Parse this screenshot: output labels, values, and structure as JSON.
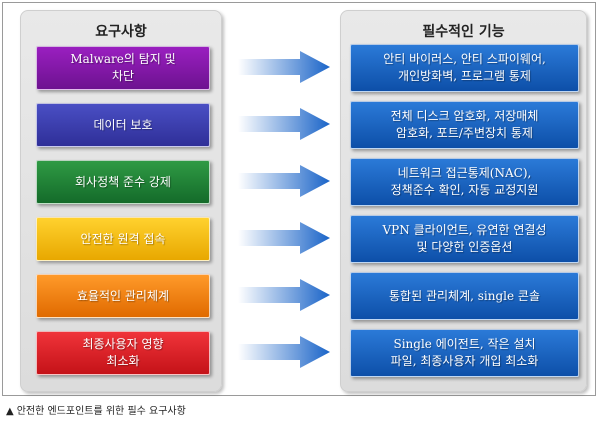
{
  "left_header": "요구사항",
  "right_header": "필수적인 기능",
  "requirements": [
    {
      "lines": [
        "Malware의 탐지 및",
        "차단"
      ],
      "color_top": "#9a1fc0",
      "color_bottom": "#6d1290"
    },
    {
      "lines": [
        "데이터 보호"
      ],
      "color_top": "#4a4fc4",
      "color_bottom": "#2f2f98"
    },
    {
      "lines": [
        "회사정책 준수 강제"
      ],
      "color_top": "#2f9a44",
      "color_bottom": "#146b2a"
    },
    {
      "lines": [
        "안전한 원격 접속"
      ],
      "color_top": "#ffd22e",
      "color_bottom": "#e8a800"
    },
    {
      "lines": [
        "효율적인 관리체계"
      ],
      "color_top": "#ff9a2a",
      "color_bottom": "#e06a00"
    },
    {
      "lines": [
        "최종사용자 영향",
        "최소화"
      ],
      "color_top": "#f0343a",
      "color_bottom": "#c41218"
    }
  ],
  "features": [
    {
      "lines": [
        "안티 바이러스, 안티 스파이웨어,",
        "개인방화벽, 프로그램 통제"
      ]
    },
    {
      "lines": [
        "전체 디스크 암호화, 저장매체",
        "암호화, 포트/주변장치 통제"
      ]
    },
    {
      "lines": [
        "네트워크 접근통제(NAC),",
        "정책준수 확인, 자동 교정지원"
      ]
    },
    {
      "lines": [
        "VPN 클라이언트, 유연한 연결성",
        "및 다양한 인증옵션"
      ]
    },
    {
      "lines": [
        "통합된 관리체계, single 콘솔"
      ]
    },
    {
      "lines": [
        "Single 에이전트, 작은 설치",
        "파일, 최종사용자 개입 최소화"
      ]
    }
  ],
  "feature_color_top": "#2b7ad8",
  "feature_color_bottom": "#0d4fa8",
  "arrow_color_start": "#ffffff",
  "arrow_color_end": "#1a64c8",
  "caption": "안전한 엔드포인트를 위한 필수 요구사항",
  "caption_marker": "▲"
}
